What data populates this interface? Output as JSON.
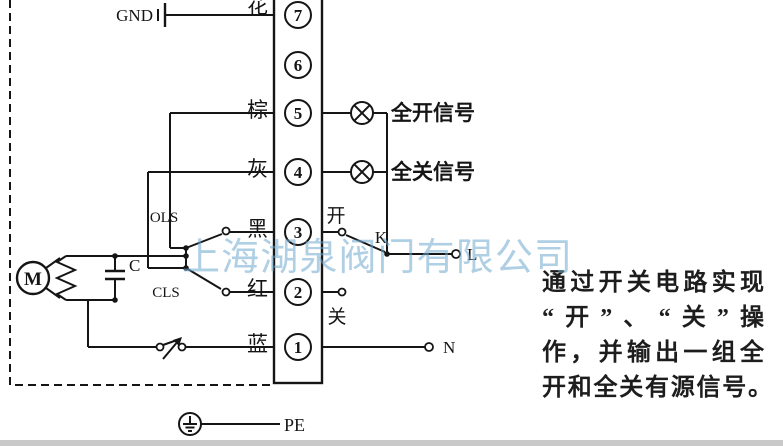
{
  "diagram": {
    "gnd_label": "GND",
    "pe_label": "PE",
    "terminals": [
      {
        "number": "7",
        "wire": "花"
      },
      {
        "number": "6",
        "wire": ""
      },
      {
        "number": "5",
        "wire": "棕"
      },
      {
        "number": "4",
        "wire": "灰"
      },
      {
        "number": "3",
        "wire": "黑"
      },
      {
        "number": "2",
        "wire": "红"
      },
      {
        "number": "1",
        "wire": "蓝"
      }
    ],
    "signals": {
      "open": "全开信号",
      "closed": "全关信号"
    },
    "switch_labels": {
      "open": "开",
      "close": "关",
      "k": "K",
      "l": "L",
      "n": "N"
    },
    "limit_switches": {
      "ols": "OLS",
      "cls": "CLS"
    },
    "motor_label": "M",
    "capacitor_label": "C"
  },
  "watermark": {
    "text": "上海湖泉阀门有限公司"
  },
  "description": {
    "lines": [
      "通过开关电路实现",
      "“开”、“关”操",
      "作，并输出一组全",
      "开和全关有源信号。"
    ]
  }
}
